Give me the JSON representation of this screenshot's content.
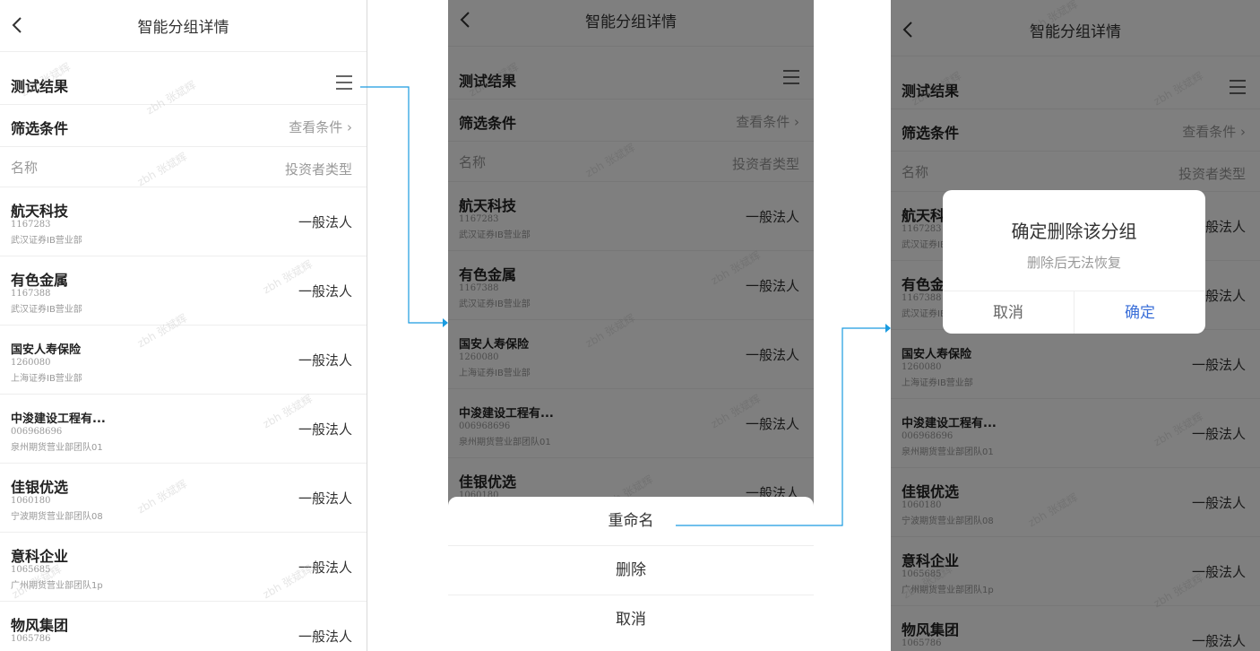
{
  "screens": {
    "nav_title": "智能分组详情",
    "section_title": "测试结果",
    "filter_label": "筛选条件",
    "filter_link": "查看条件",
    "col_name": "名称",
    "col_type": "投资者类型",
    "rows": [
      {
        "name": "航天科技",
        "code": "1167283",
        "dept": "武汉证券IB营业部",
        "type": "一般法人"
      },
      {
        "name": "有色金属",
        "code": "1167388",
        "dept": "武汉证券IB营业部",
        "type": "一般法人"
      },
      {
        "name": "国安人寿保险",
        "code": "1260080",
        "dept": "上海证券IB营业部",
        "type": "一般法人"
      },
      {
        "name": "中浚建设工程有...",
        "code": "006968696",
        "dept": "泉州期货营业部团队01",
        "type": "一般法人"
      },
      {
        "name": "佳银优选",
        "code": "1060180",
        "dept": "宁波期货营业部团队08",
        "type": "一般法人"
      },
      {
        "name": "意科企业",
        "code": "1065685",
        "dept": "广州期货营业部团队1p",
        "type": "一般法人"
      },
      {
        "name": "物风集团",
        "code": "1065786",
        "dept": "",
        "type": "一般法人"
      }
    ],
    "watermark": "zbh 张斌辉"
  },
  "action_sheet": {
    "options": [
      "重命名",
      "删除",
      "取消"
    ]
  },
  "dialog": {
    "title": "确定删除该分组",
    "message": "删除后无法恢复",
    "cancel": "取消",
    "confirm": "确定"
  },
  "colors": {
    "connector": "#1a9be0",
    "confirm_text": "#3b6fd8",
    "overlay": "rgba(0,0,0,0.5)"
  }
}
